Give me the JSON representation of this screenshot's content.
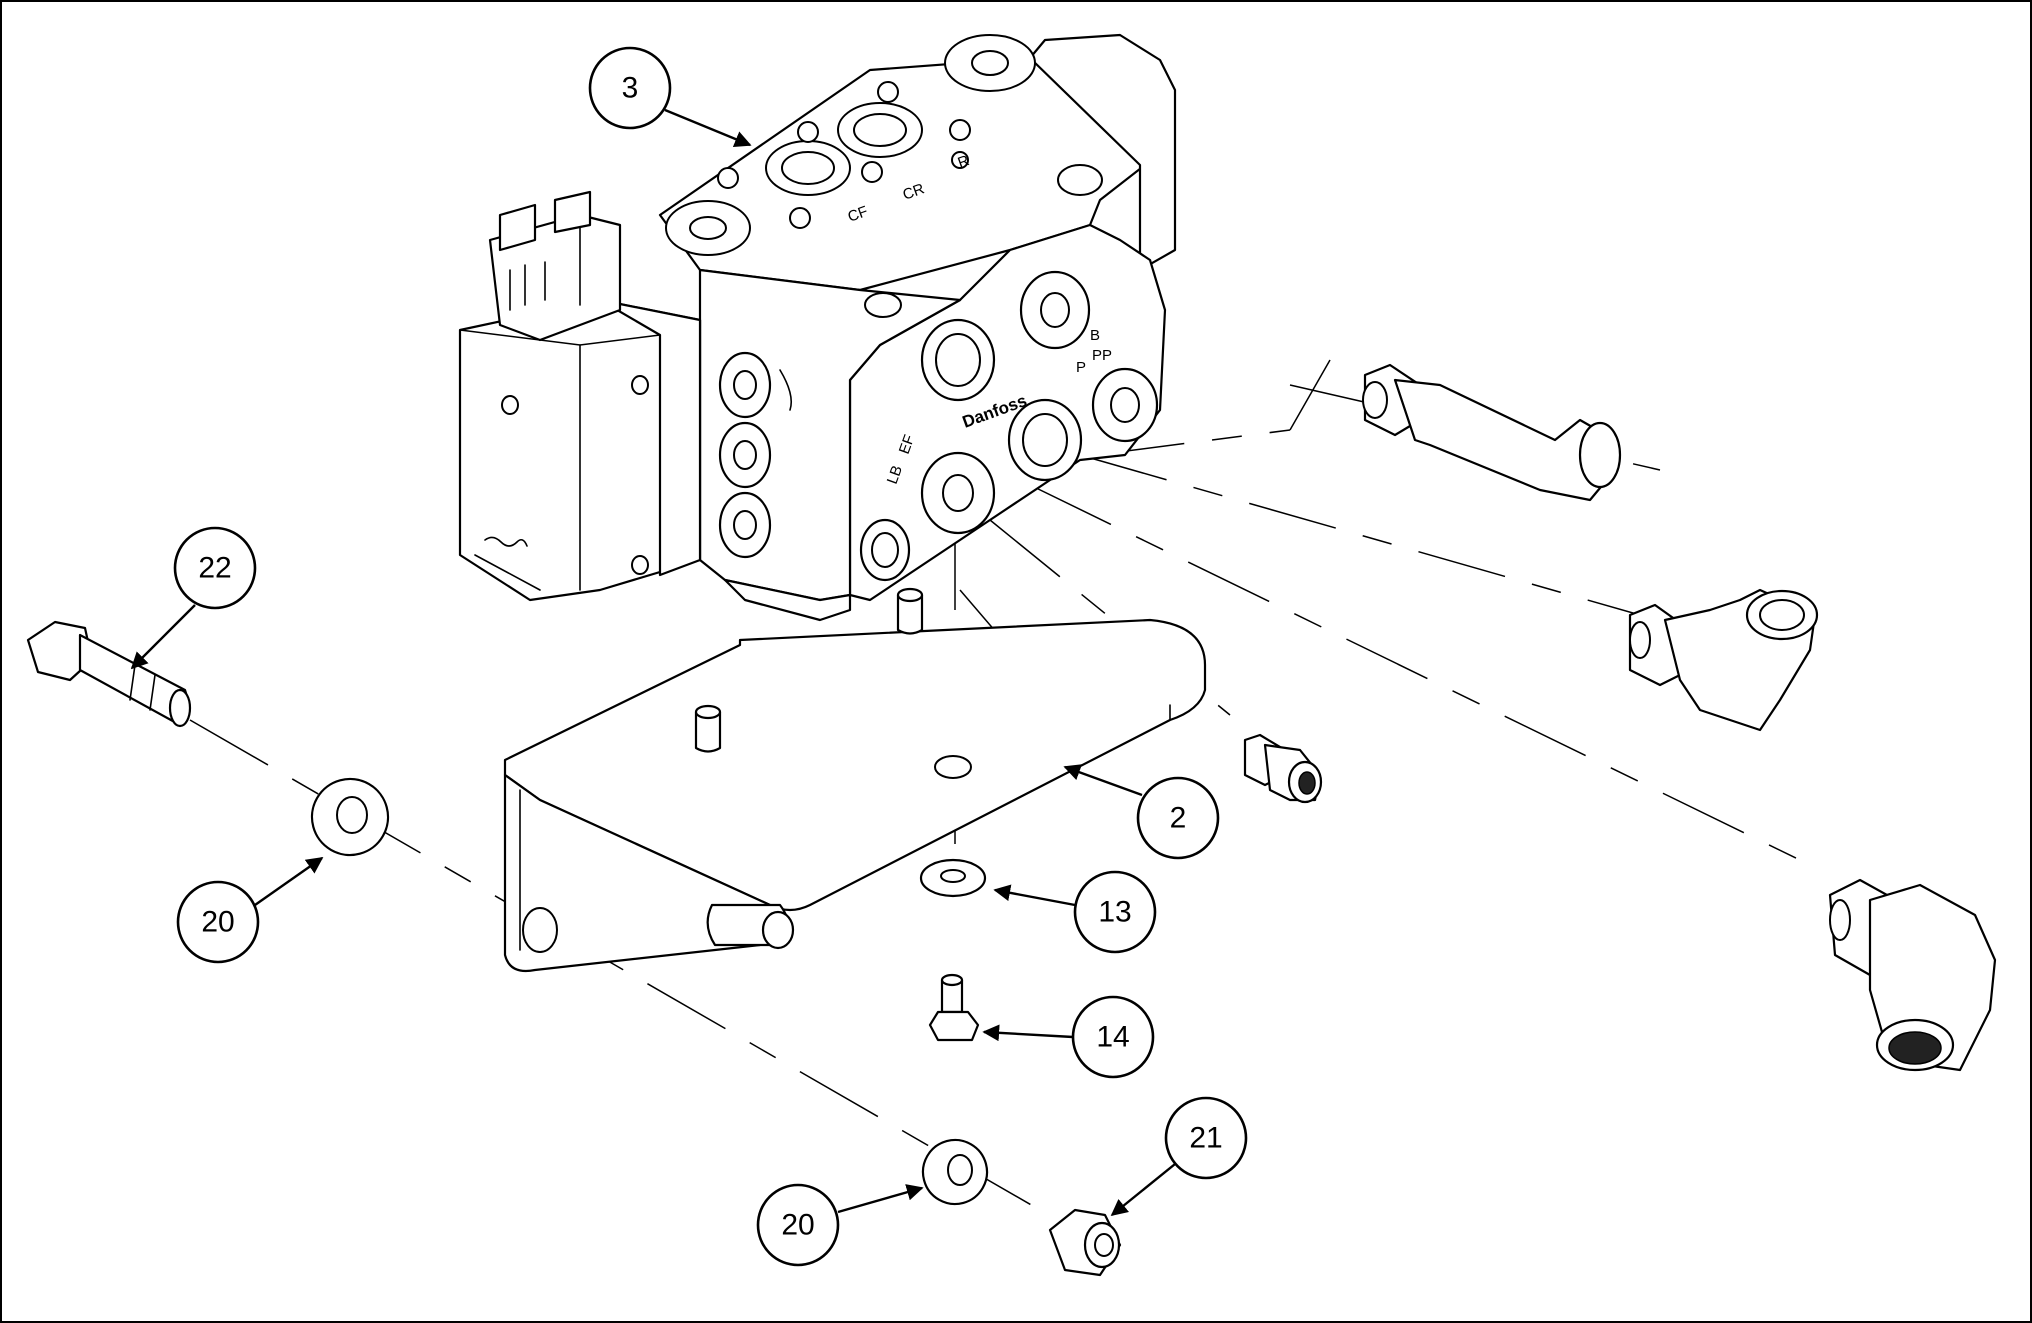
{
  "diagram": {
    "callouts": [
      {
        "id": "c3",
        "label": "3"
      },
      {
        "id": "c22",
        "label": "22"
      },
      {
        "id": "c20a",
        "label": "20"
      },
      {
        "id": "c2",
        "label": "2"
      },
      {
        "id": "c13",
        "label": "13"
      },
      {
        "id": "c14",
        "label": "14"
      },
      {
        "id": "c21",
        "label": "21"
      },
      {
        "id": "c20b",
        "label": "20"
      }
    ],
    "valve_markings": {
      "brand": "Danfoss",
      "port_b": "B",
      "port_p": "P",
      "port_ef": "EF",
      "port_lb": "LB",
      "port_pp": "PP",
      "port_cf": "CF",
      "port_cr": "CR",
      "port_r": "R"
    }
  }
}
